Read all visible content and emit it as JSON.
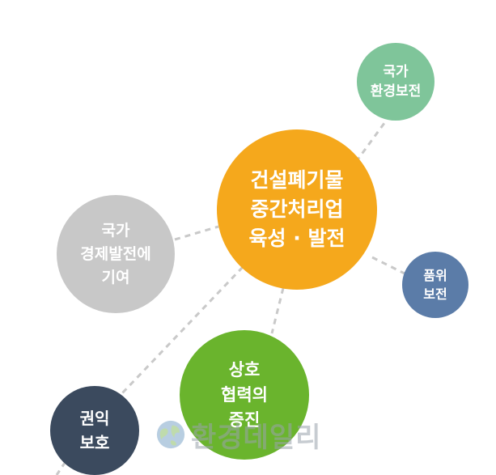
{
  "nodes": {
    "center": {
      "lines": [
        "건설폐기물",
        "중간처리업",
        "육성 · 발전"
      ],
      "color": "#f5a81c"
    },
    "environment": {
      "lines": [
        "국가",
        "환경보전"
      ],
      "color": "#7fc59a"
    },
    "economy": {
      "lines": [
        "국가",
        "경제발전에",
        "기여"
      ],
      "color": "#c8c8c8"
    },
    "dignity": {
      "lines": [
        "품위",
        "보전"
      ],
      "color": "#5b7ca8"
    },
    "cooperation": {
      "lines": [
        "상호",
        "협력의",
        "증진"
      ],
      "color": "#6ab42d"
    },
    "rights": {
      "lines": [
        "권익",
        "보호"
      ],
      "color": "#3b4a5e"
    }
  },
  "watermark": {
    "text": "환경데일리",
    "icon": "globe-icon"
  }
}
